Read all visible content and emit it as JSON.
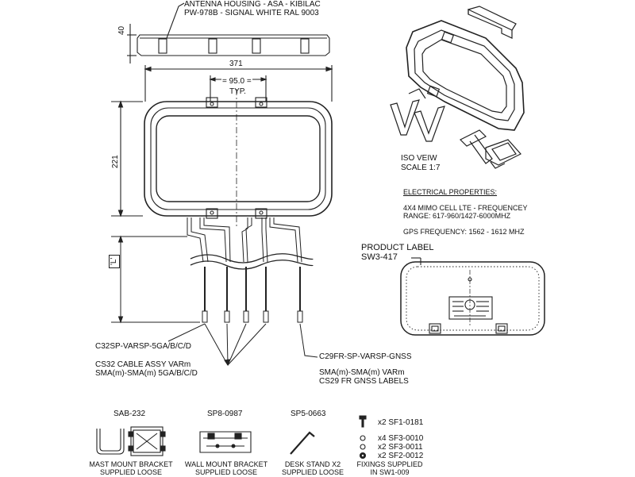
{
  "housing": {
    "line1": "ANTENNA HOUSING - ASA - KIBILAC",
    "line2": "PW-978B - SIGNAL WHITE RAL 9003"
  },
  "dimensions": {
    "height_40": "40",
    "width_371": "371",
    "spacing": "= 95.0 =",
    "spacing_note": "TYP.",
    "height_221": "221",
    "length_L": "'L'"
  },
  "iso_view": {
    "line1": "ISO VEIW",
    "line2": "SCALE 1:7"
  },
  "electrical": {
    "heading": "ELECTRICAL PROPERTIES:",
    "line1": "4X4 MIMO CELL LTE - FREQUENCEY",
    "line2": "RANGE: 617-960/1427-6000MHZ",
    "line3": "GPS FREQUENCY: 1562 - 1612 MHZ"
  },
  "product_label": {
    "line1": "PRODUCT LABEL",
    "line2": "SW3-417"
  },
  "cables": {
    "c32": "C32SP-VARSP-5GA/B/C/D",
    "cs32_line1": "CS32 CABLE ASSY VARm",
    "cs32_line2": "SMA(m)-SMA(m) 5GA/B/C/D",
    "c29": "C29FR-SP-VARSP-GNSS",
    "sma_line1": "SMA(m)-SMA(m) VARm",
    "sma_line2": "CS29 FR GNSS LABELS"
  },
  "accessories": {
    "mast_code": "SAB-232",
    "wall_code": "SP8-0987",
    "desk_code": "SP5-0663",
    "mast_cap1": "MAST MOUNT BRACKET",
    "mast_cap2": "SUPPLIED LOOSE",
    "wall_cap1": "WALL MOUNT BRACKET",
    "wall_cap2": "SUPPLIED LOOSE",
    "desk_cap1": "DESK STAND X2",
    "desk_cap2": "SUPPLIED LOOSE",
    "fix1": "x2 SF1-0181",
    "fix2": "x4 SF3-0010",
    "fix3": "x2 SF3-0011",
    "fix4": "x2 SF2-0012",
    "fix_cap1": "FIXINGS SUPPLIED",
    "fix_cap2": "IN SW1-009"
  }
}
